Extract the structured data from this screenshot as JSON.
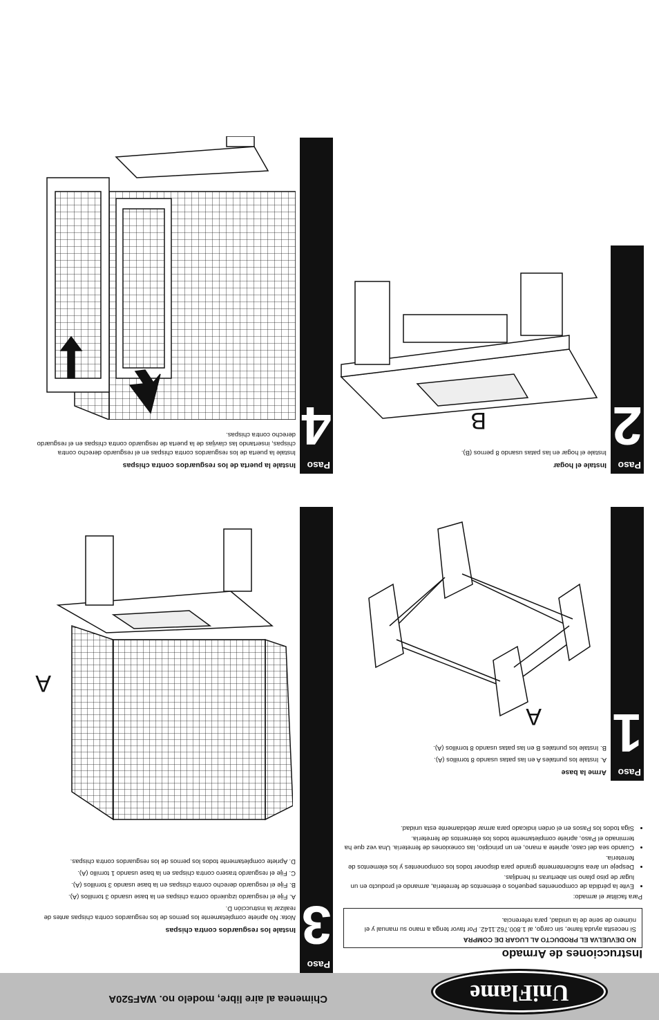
{
  "header": {
    "logo_text": "UniFlame",
    "title": "Chimenea al aire libre, modelo no. WAF520A"
  },
  "intro": {
    "title": "Instrucciones de Armado",
    "warning_heading": "NO DEVUELVA EL PRODUCTO AL LUGAR DE COMPRA",
    "warning_text": "Si necesita ayuda llame, sin cargo, al 1.800.762.1142. Por favor tenga a mano su manual y el número de serie de la unidad, para referencia.",
    "tips_heading": "Para facilitar el armado:",
    "tips": [
      "Evite la pérdida de componentes pequeños o elementos de ferretería, armando el producto en un lugar de piso plano sin aberturas ni hendijas.",
      "Despeje un área suficientemente grande para disponer todos los componentes y los elementos de ferretería.",
      "Cuando sea del caso, apriete a mano, en un principio, las conexiones de ferretería. Una vez que ha terminado el Paso, apriete completamente todos los elementos de ferretería.",
      "Siga todos los Pasos en el orden indicado para armar debidamente esta unidad."
    ]
  },
  "steps": {
    "step1": {
      "word": "Paso",
      "number": "1",
      "heading": "Arme la base",
      "lines": [
        "A. Instale los puntales A en las patas usando 8 tornillos (A).",
        "B. Instale los puntales B en las patas usando 8 tornillos (A)."
      ],
      "label": "A"
    },
    "step2": {
      "word": "Paso",
      "number": "2",
      "heading": "Instale el hogar",
      "lines": [
        "Instale el hogar en las patas usando 8 pernos (B)."
      ],
      "label": "B"
    },
    "step3": {
      "word": "Paso",
      "number": "3",
      "heading": "Instale los resguardos contra chispas",
      "note_prefix": "Nota:",
      "note": " No apriete completamente los pernos de los resguardos contra chispas antes de realizar la instrucción D.",
      "lines": [
        "A. Fije el resguardo izquierdo contra chispas en la base usando 3 tornillos (A).",
        "B. Fije el resguardo derecho contra chispas en la base usando 3 tornillos (A).",
        "C. Fije el resguardo trasero contra chispas en la base usando 1 tornillo (A).",
        "D. Apriete completamente todos los pernos de los resguardos contra chispas."
      ],
      "label": "A"
    },
    "step4": {
      "word": "Paso",
      "number": "4",
      "heading": "Instale la puerta de los resguardos contra chispas",
      "lines": [
        "Instale la puerta de los resguardos contra chispas en el resguardo derecho contra chispas, insertando las clavijas de la puerta de resguardo contra chispas en el resguardo derecho contra chispas."
      ]
    }
  }
}
